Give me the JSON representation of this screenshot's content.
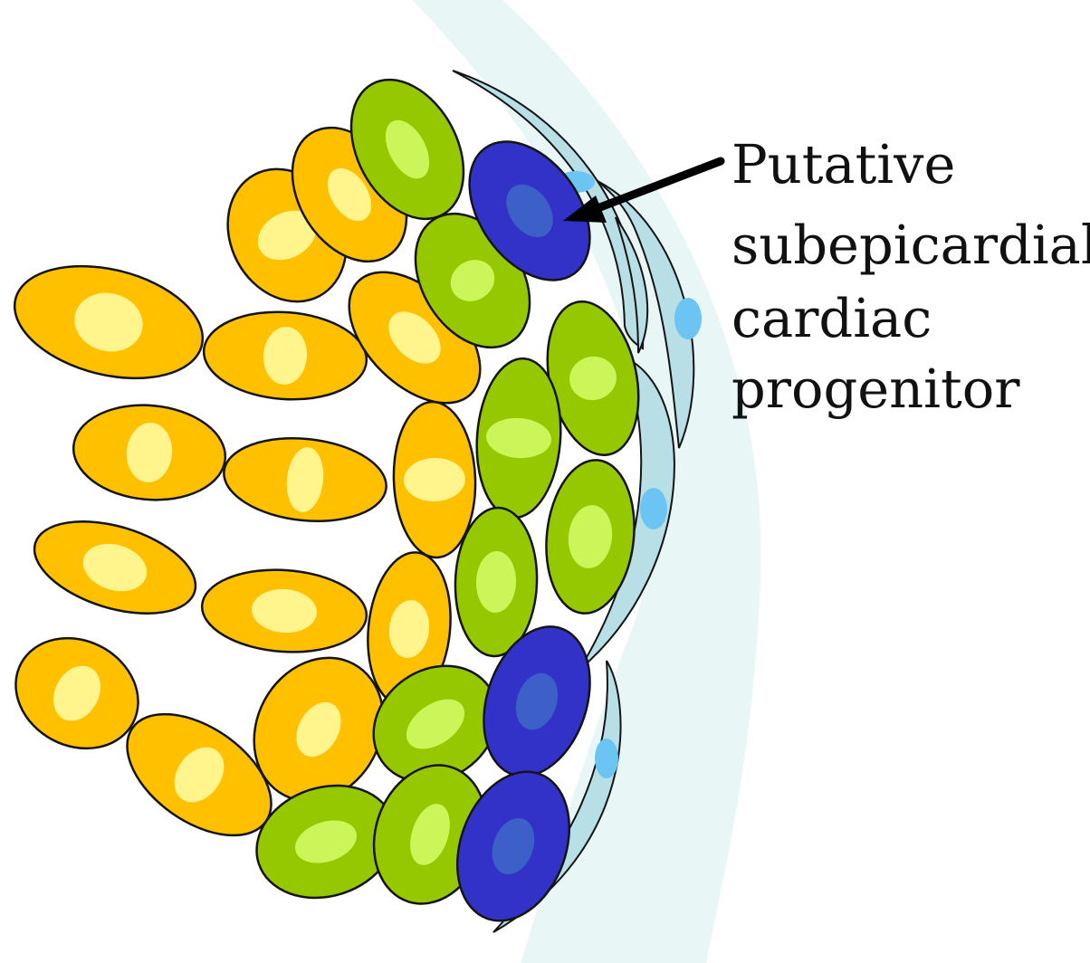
{
  "label": {
    "lines": [
      "Putative",
      "subepicardial",
      "cardiac",
      "progenitor"
    ]
  },
  "colors": {
    "background": "#ffffff",
    "epicardium_band": "#e9f6f6",
    "epicardial_cell": "#b8dfe5",
    "epicardial_nucleus": "#6cc4f2",
    "myocyte_yellow": "#ffc000",
    "myocyte_yellow_nucleus": "#fff58c",
    "myocyte_green": "#96c800",
    "myocyte_green_nucleus": "#ccf55a",
    "progenitor_blue": "#3232c8",
    "progenitor_nucleus": "#3c5fc8",
    "outline": "#141414",
    "arrow": "#000000"
  },
  "legend": {
    "cells": [
      {
        "type": "yellow-myocyte",
        "icon": "ellipse-cell"
      },
      {
        "type": "green-myocyte",
        "icon": "ellipse-cell"
      },
      {
        "type": "subepicardial-progenitor",
        "icon": "ellipse-cell"
      },
      {
        "type": "epicardial-cell",
        "icon": "crescent-cell"
      }
    ]
  }
}
